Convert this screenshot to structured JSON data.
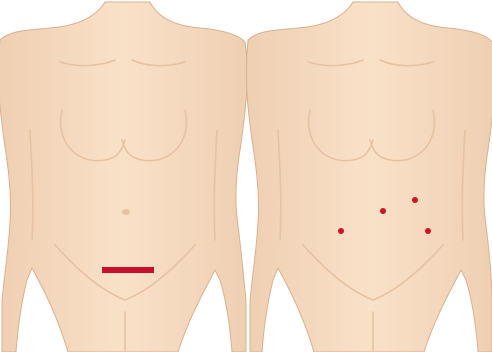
{
  "colors": {
    "background": "#ffffff",
    "skin": "#f7dcc1",
    "skin_shade": "#e6c2a3",
    "outline": "#d9b190",
    "incision_red": "#c8102e",
    "port_red": "#d0141f"
  },
  "figures": [
    {
      "name": "open-surgery-figure",
      "marks": [
        {
          "type": "incision-line",
          "name": "pfannenstiel-incision"
        }
      ]
    },
    {
      "name": "laparoscopic-figure",
      "marks": [
        {
          "type": "port-dot",
          "name": "port-upper-left"
        },
        {
          "type": "port-dot",
          "name": "port-upper-right"
        },
        {
          "type": "port-dot",
          "name": "port-lower-left"
        },
        {
          "type": "port-dot",
          "name": "port-lower-right"
        }
      ]
    }
  ]
}
